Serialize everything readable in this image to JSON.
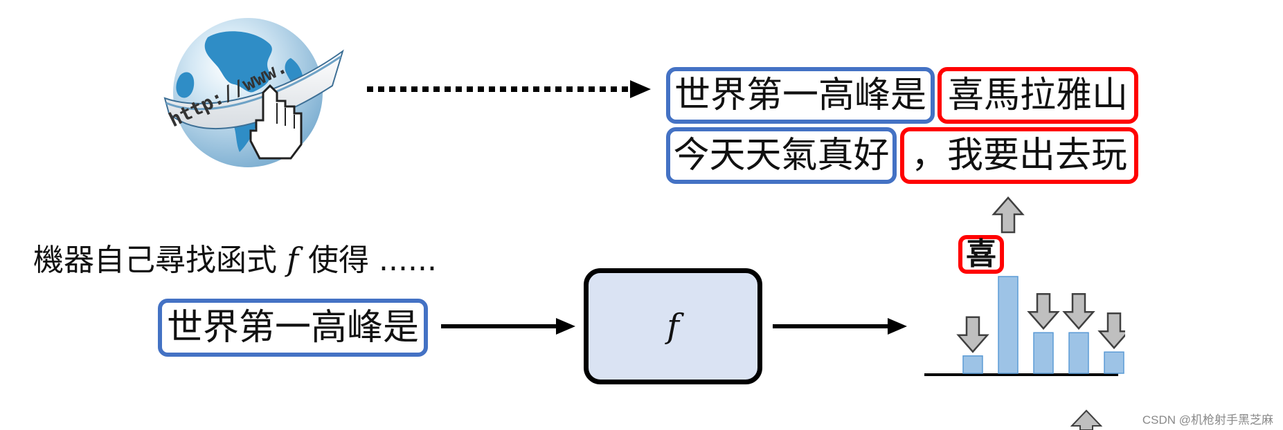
{
  "globe": {
    "url_text": "http://www."
  },
  "top_examples": [
    {
      "prefix": "世界第一高峰是",
      "completion": "喜馬拉雅山"
    },
    {
      "prefix": "今天天氣真好",
      "completion": "，我要出去玩"
    }
  ],
  "description": {
    "before": "機器自己尋找函式",
    "function_symbol": "f",
    "after": "使得 ......"
  },
  "input_text": "世界第一高峰是",
  "function_label": "f",
  "output_token": "喜",
  "distribution": {
    "bar_levels": [
      0.18,
      1.0,
      0.42,
      0.42,
      0.22
    ],
    "arrows": [
      "down",
      "up",
      "down",
      "down",
      "down"
    ]
  },
  "colors": {
    "prefix_border": "#4472c4",
    "completion_border": "#ff0000",
    "function_fill": "#dae3f3",
    "bar_fill": "#9dc3e6"
  },
  "watermark": "CSDN @机枪射手黑芝麻"
}
